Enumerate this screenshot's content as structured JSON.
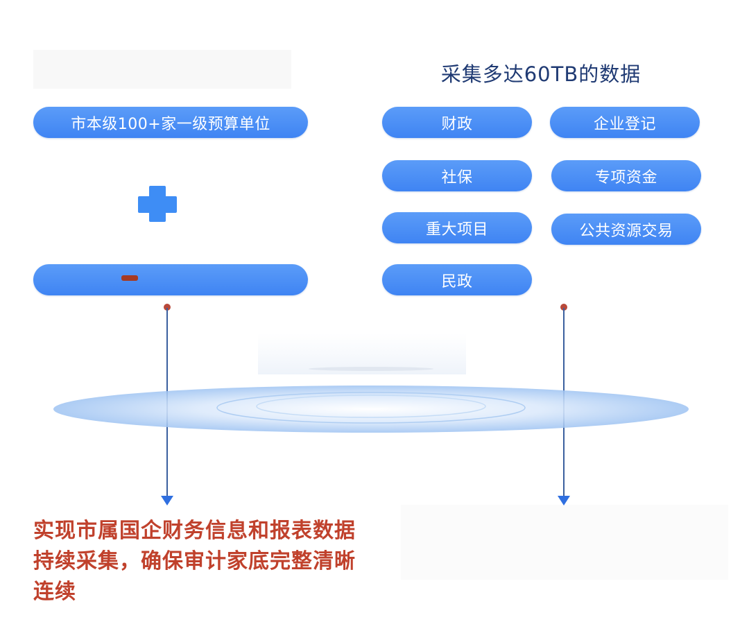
{
  "title": "采集多达60TB的数据",
  "left": {
    "unit_label": "市本级100+家一级预算单位",
    "plus_icon": "plus-icon",
    "second_label": ""
  },
  "categories": [
    "财政",
    "企业登记",
    "社保",
    "专项资金",
    "重大项目",
    "公共资源交易",
    "民政"
  ],
  "caption_lines": [
    "实现市属国企财务信息和报表数据",
    "持续采集，确保审计家底完整清晰",
    "连续"
  ],
  "colors": {
    "pill": "#4a8ff6",
    "title": "#1f3a73",
    "caption": "#c0412c",
    "arrow": "#2f6fe0"
  }
}
